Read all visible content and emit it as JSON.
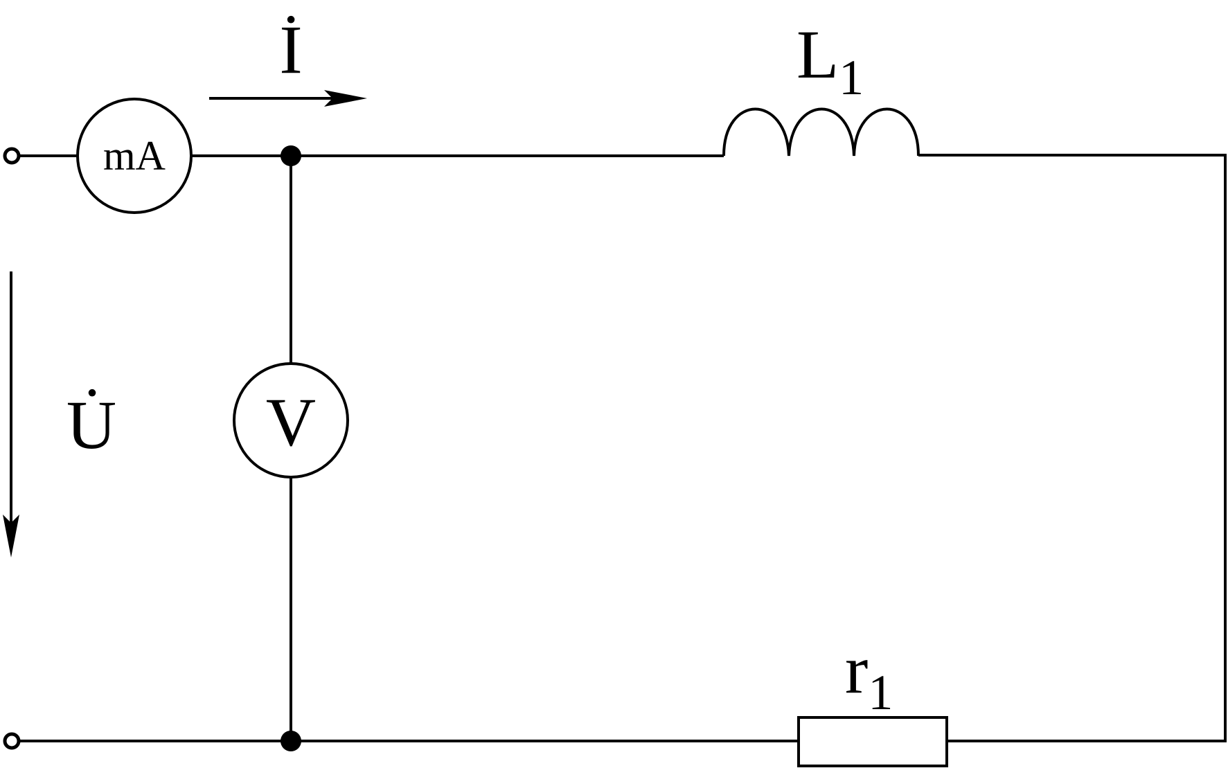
{
  "labels": {
    "current": "İ",
    "voltage": "U̇",
    "inductor": "L",
    "inductor_sub": "1",
    "resistor": "r",
    "resistor_sub": "1"
  },
  "meters": {
    "ammeter": "mA",
    "voltmeter": "V"
  },
  "colors": {
    "stroke": "#000000",
    "background": "#ffffff"
  }
}
